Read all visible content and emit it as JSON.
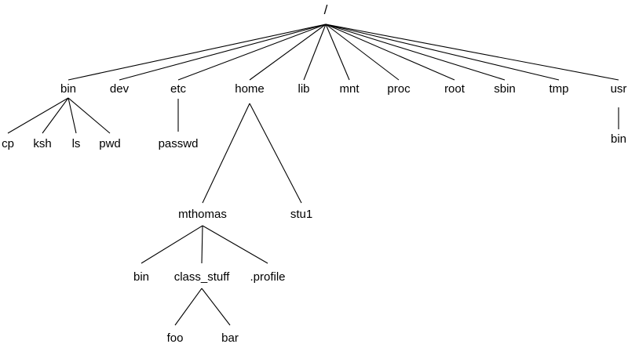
{
  "tree": {
    "label": "/",
    "children": [
      {
        "label": "bin",
        "children": [
          {
            "label": "cp"
          },
          {
            "label": "ksh"
          },
          {
            "label": "ls"
          },
          {
            "label": "pwd"
          }
        ]
      },
      {
        "label": "dev"
      },
      {
        "label": "etc",
        "children": [
          {
            "label": "passwd"
          }
        ]
      },
      {
        "label": "home",
        "children": [
          {
            "label": "mthomas",
            "children": [
              {
                "label": "bin"
              },
              {
                "label": "class_stuff",
                "children": [
                  {
                    "label": "foo"
                  },
                  {
                    "label": "bar"
                  }
                ]
              },
              {
                "label": ".profile"
              }
            ]
          },
          {
            "label": "stu1"
          }
        ]
      },
      {
        "label": "lib"
      },
      {
        "label": "mnt"
      },
      {
        "label": "proc"
      },
      {
        "label": "root"
      },
      {
        "label": "sbin"
      },
      {
        "label": "tmp"
      },
      {
        "label": "usr",
        "children": [
          {
            "label": "bin"
          }
        ]
      }
    ]
  }
}
